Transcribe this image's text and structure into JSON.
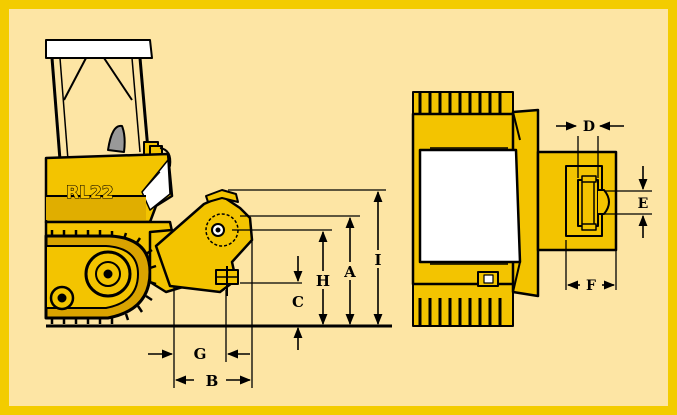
{
  "model_label": "RL22",
  "dimensions": {
    "a": "A",
    "b": "B",
    "c": "C",
    "d": "D",
    "e": "E",
    "f": "F",
    "g": "G",
    "h": "H",
    "i": "I"
  },
  "colors": {
    "border": "#f3cc00",
    "panel": "#fde5a4",
    "machine": "#f3c400",
    "outline": "#000000",
    "blade": "#ffffff"
  }
}
